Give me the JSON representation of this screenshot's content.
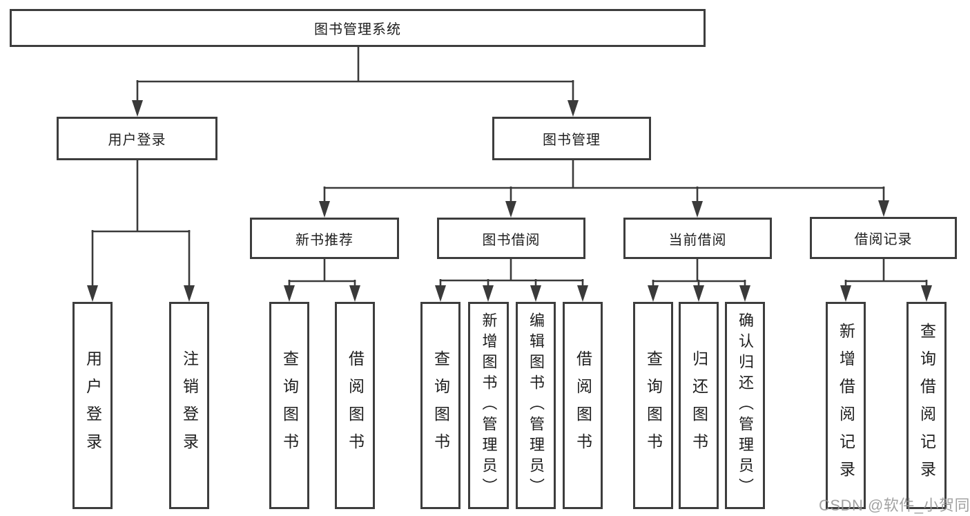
{
  "diagram_title": "图书管理系统",
  "tree": {
    "label": "图书管理系统",
    "children": [
      {
        "label": "用户登录",
        "children": [
          {
            "label": "用户登录"
          },
          {
            "label": "注销登录"
          }
        ]
      },
      {
        "label": "图书管理",
        "children": [
          {
            "label": "新书推荐",
            "children": [
              {
                "label": "查询图书"
              },
              {
                "label": "借阅图书"
              }
            ]
          },
          {
            "label": "图书借阅",
            "children": [
              {
                "label": "查询图书"
              },
              {
                "label": "新增图书（管理员）"
              },
              {
                "label": "编辑图书（管理员）"
              },
              {
                "label": "借阅图书"
              }
            ]
          },
          {
            "label": "当前借阅",
            "children": [
              {
                "label": "查询图书"
              },
              {
                "label": "归还图书"
              },
              {
                "label": "确认归还（管理员）"
              }
            ]
          },
          {
            "label": "借阅记录",
            "children": [
              {
                "label": "新增借阅记录"
              },
              {
                "label": "查询借阅记录"
              }
            ]
          }
        ]
      }
    ]
  },
  "watermark": {
    "text": "CSDN @软件_小贺同学",
    "color": "#929292"
  },
  "colors": {
    "background": "#ffffff",
    "box_border": "#3d3d3d",
    "connector_line": "#3a3a3a",
    "text": "#1e1e1e"
  }
}
